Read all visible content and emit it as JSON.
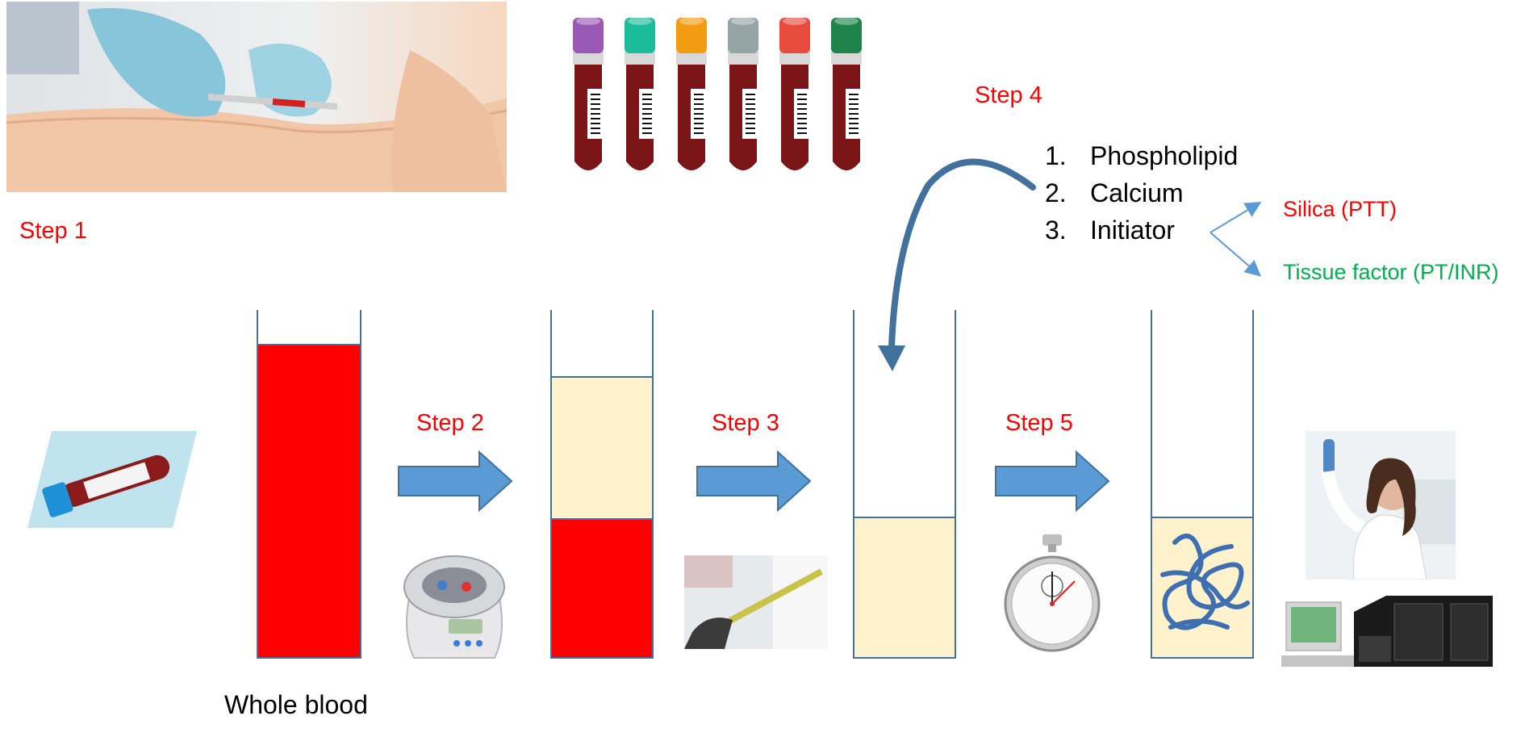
{
  "steps": {
    "step1": "Step 1",
    "step2": "Step 2",
    "step3": "Step 3",
    "step4": "Step 4",
    "step5": "Step 5"
  },
  "reagents": [
    {
      "num": "1.",
      "label": "Phospholipid"
    },
    {
      "num": "2.",
      "label": "Calcium"
    },
    {
      "num": "3.",
      "label": "Initiator"
    }
  ],
  "initiator_options": [
    {
      "label": "Silica (PTT)",
      "color": "#ff0000"
    },
    {
      "label": "Tissue factor (PT/INR)",
      "color": "#00b050"
    }
  ],
  "whole_blood_label": "Whole blood",
  "colors": {
    "blood": "#ff0000",
    "plasma": "#fff2cc",
    "tube_outline": "#41719c",
    "arrow_fill": "#5b9bd5",
    "curve_arrow": "#41719c",
    "clot": "#3e6fb0"
  },
  "vacutainer_caps": [
    "#9b59b6",
    "#1abc9c",
    "#f39c12",
    "#95a5a6",
    "#e74c3c",
    "#1e8449"
  ]
}
